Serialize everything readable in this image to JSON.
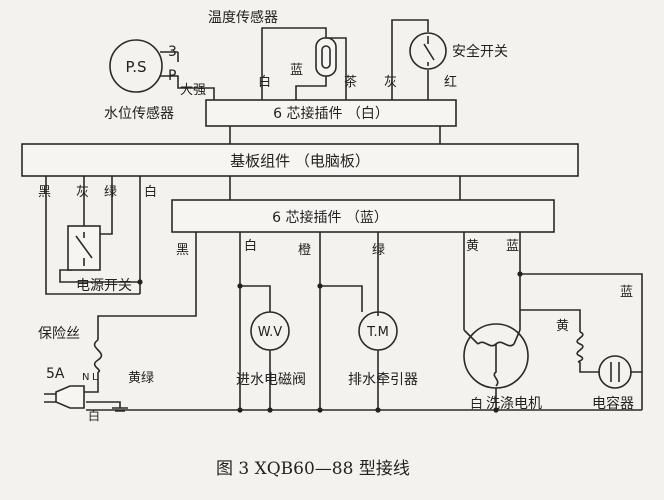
{
  "labels": {
    "temp_sensor": "温度传感器",
    "ps": "P.S",
    "ps_pin3": "3",
    "ps_pinP": "P",
    "dajia": "大强",
    "water_level_sensor": "水位传感器",
    "top_white": "白",
    "top_blue": "蓝",
    "top_brown": "茶",
    "top_gray": "灰",
    "top_red": "红",
    "safety_switch": "安全开关",
    "connector_top": "6 芯接插件 （白）",
    "main_board": "基板组件 （电脑板）",
    "board_black": "黑",
    "board_gray": "灰",
    "board_green": "绿",
    "board_white": "白",
    "connector_bottom": "6 芯接插件 （蓝）",
    "power_switch": "电源开关",
    "low_black": "黑",
    "low_white": "白",
    "low_orange": "橙",
    "low_green": "绿",
    "low_yellow": "黄",
    "low_blue": "蓝",
    "right_blue": "蓝",
    "right_yellow": "黄",
    "fuse": "保险丝",
    "fuse_rating": "5A",
    "plug_n": "N",
    "plug_l": "L",
    "yellow_green": "黄绿",
    "plug_white": "白",
    "wv": "W.V",
    "inlet_valve": "进水电磁阀",
    "tm": "T.M",
    "drain_motor": "排水牵引器",
    "motor_white": "白",
    "wash_motor": "洗涤电机",
    "capacitor": "电容器",
    "caption": "图 3   XQB60—88 型接线"
  }
}
